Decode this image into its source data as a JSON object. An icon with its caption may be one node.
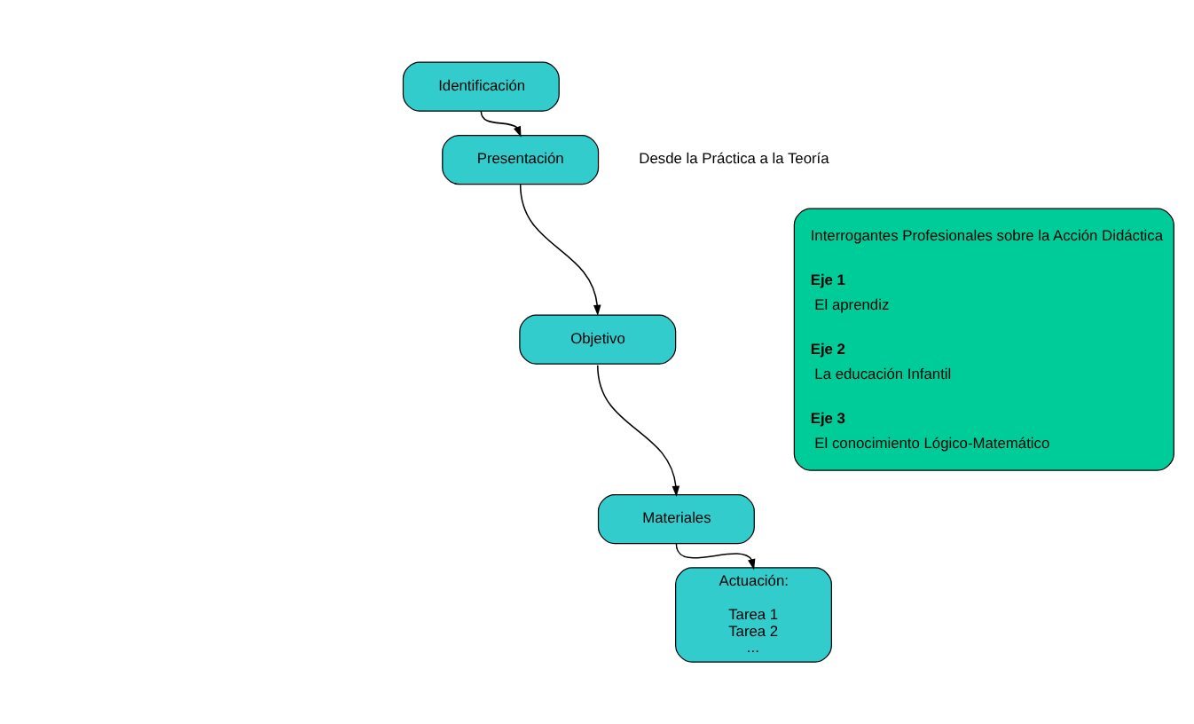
{
  "diagram": {
    "nodes": [
      {
        "text": [
          "Identificación"
        ]
      },
      {
        "text": [
          "Presentación"
        ],
        "beside": [
          "Desde la Práctica a la Teoría"
        ]
      },
      {
        "text": [
          "Objetivo"
        ]
      },
      {
        "text": [
          "Materiales"
        ]
      },
      {
        "text": [
          "Actuación:",
          "Tarea 1 Tarea 2 ..."
        ]
      },
      {
        "text": [
          "Interrogantes Profesionales sobre la Acción Didáctica",
          "Eje 1",
          "El aprendiz",
          "Eje 2",
          "La educación Infantil",
          "Eje 3",
          "El conocimiento Lógico-Matemático"
        ]
      }
    ],
    "edges": [
      {
        "from": 0,
        "to": 1,
        "arrow": "to"
      },
      {
        "from": 1,
        "to": 2,
        "arrow": "to"
      },
      {
        "from": 2,
        "to": 3,
        "arrow": "to"
      },
      {
        "from": 3,
        "to": 4,
        "arrow": "to"
      }
    ]
  }
}
